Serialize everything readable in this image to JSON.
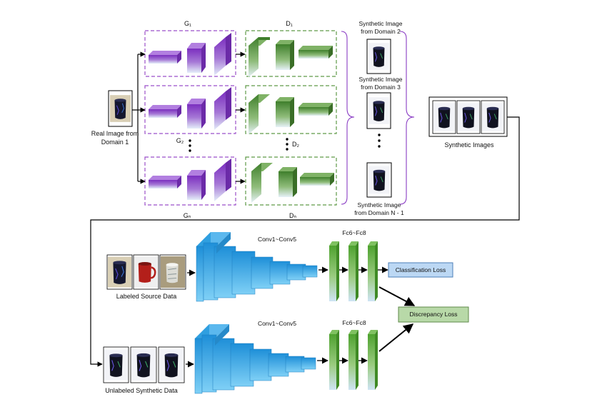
{
  "generators": {
    "g1": "G₁",
    "g2": "G₂",
    "gn": "Gₙ"
  },
  "discriminators": {
    "d1": "D₁",
    "d2": "D₂",
    "dn": "Dₙ"
  },
  "real_image_label": [
    "Real Image from",
    "Domain 1"
  ],
  "synthetic_domain_2": [
    "Synthetic Image",
    "from Domain 2"
  ],
  "synthetic_domain_3": [
    "Synthetic Image",
    "from Domain 3"
  ],
  "synthetic_domain_n": [
    "Synthetic Image",
    "from Domain N - 1"
  ],
  "synthetic_images_label": "Synthetic Images",
  "conv_label_top": "Conv1~Conv5",
  "fc_label_top": "Fc6~Fc8",
  "conv_label_bottom": "Conv1~Conv5",
  "fc_label_bottom": "Fc6~Fc8",
  "labeled_source": "Labeled Source Data",
  "unlabeled_synthetic": "Unlabeled Synthetic Data",
  "classification_loss": "Classification Loss",
  "discrepancy_loss": "Discrepancy Loss",
  "colors": {
    "generator": "#8a3cc4",
    "discriminator": "#4f8a3a",
    "conv": "#2f9fe0",
    "fc": "#5aa83c",
    "classification_box": "#bcd8f4",
    "discrepancy_box": "#b8d9a8",
    "gen_dash": "#9b4fc9",
    "disc_dash": "#5f9a48"
  },
  "icons": [
    "mug-photo-icon",
    "red-mug-photo-icon",
    "white-cup-photo-icon",
    "dots-icon"
  ]
}
